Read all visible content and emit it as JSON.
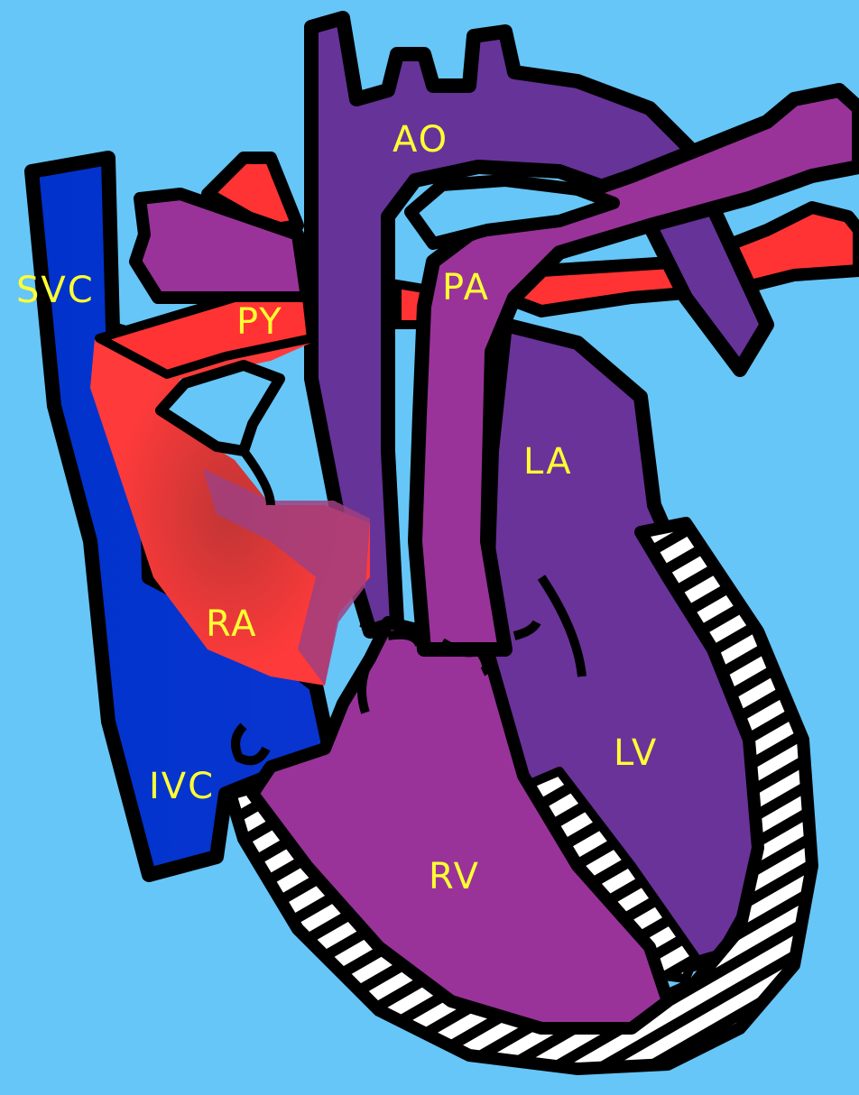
{
  "colors": {
    "background": "#66c6f7",
    "outline": "#000000",
    "deoxygenated_blue": "#0033cc",
    "oxygenated_red": "#ff3333",
    "mixed_red": "#d23a3a",
    "aorta_purple": "#663399",
    "pulmonary_purple": "#993399",
    "left_heart_purple": "#6a3399",
    "right_ventricle_purple": "#993399",
    "myocardium_stripe": "#ffffff",
    "label_yellow": "#ffff33"
  },
  "labels": {
    "svc": "SVC",
    "ivc": "IVC",
    "py": "PY",
    "ao": "AO",
    "pa": "PA",
    "ra": "RA",
    "la": "LA",
    "lv": "LV",
    "rv": "RV"
  }
}
